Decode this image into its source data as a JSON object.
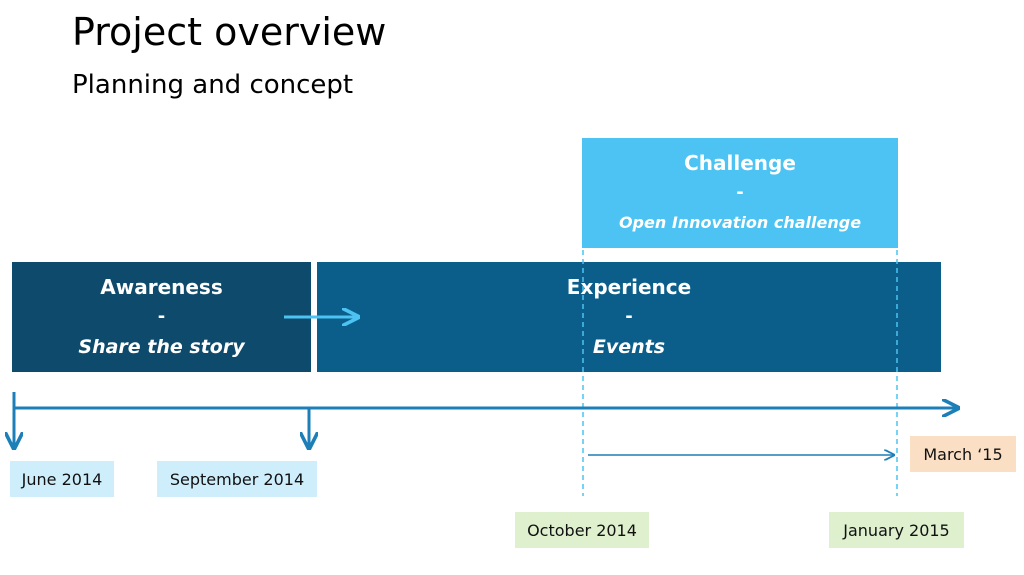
{
  "header": {
    "title": "Project overview",
    "subtitle": "Planning and concept"
  },
  "phases": {
    "awareness": {
      "title": "Awareness",
      "dash": "-",
      "detail": "Share the story"
    },
    "experience": {
      "title": "Experience",
      "dash": "-",
      "detail": "Events"
    },
    "challenge": {
      "title": "Challenge",
      "dash": "-",
      "detail": "Open Innovation challenge"
    }
  },
  "dates": {
    "june": "June 2014",
    "september": "September 2014",
    "october": "October 2014",
    "january": "January 2015",
    "march": "March ‘15"
  },
  "colors": {
    "awareness": "#0e4a6b",
    "experience": "#0b5e8a",
    "challenge": "#4cc3f2",
    "timeline": "#1d7fb8"
  }
}
